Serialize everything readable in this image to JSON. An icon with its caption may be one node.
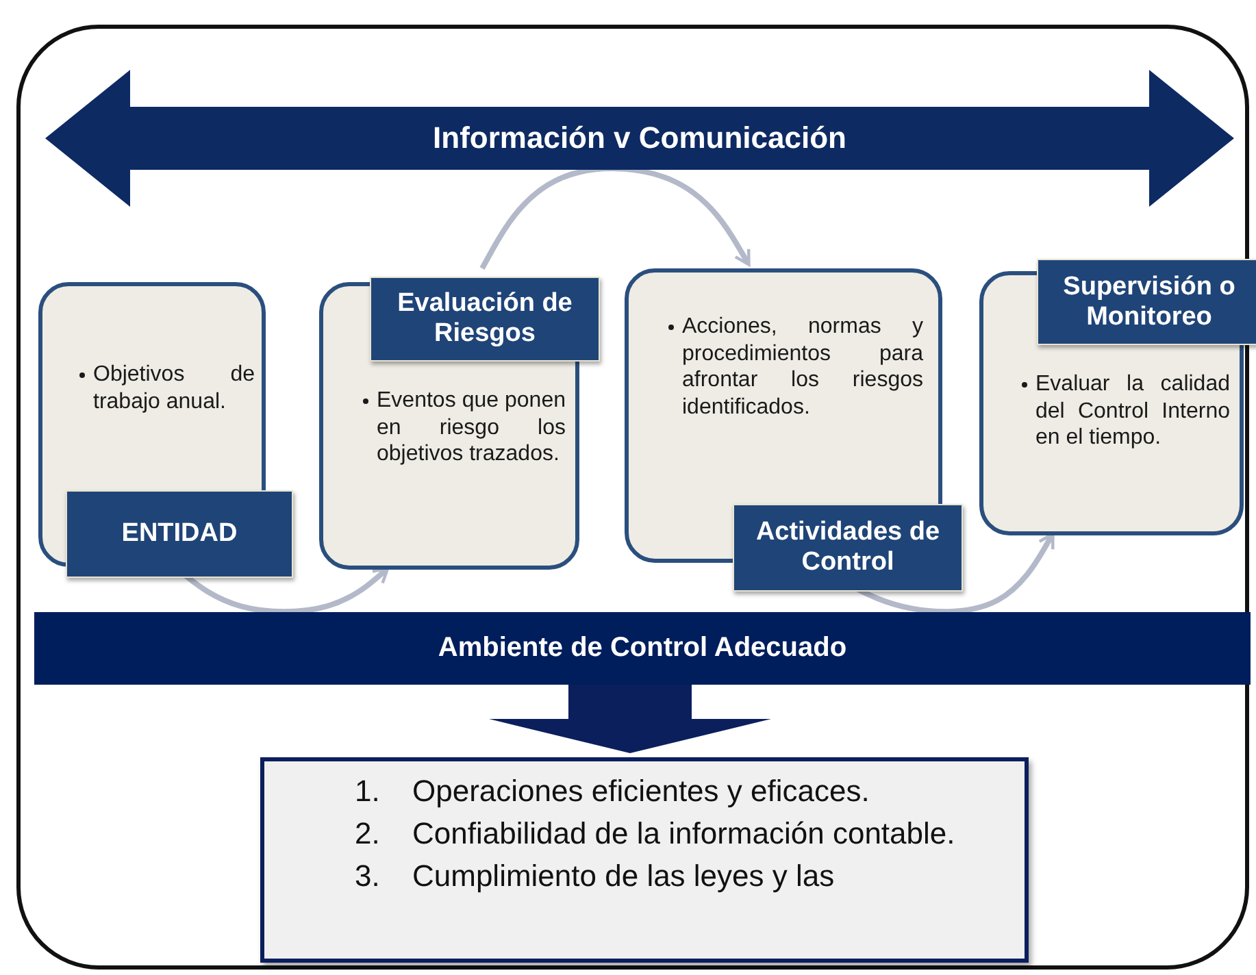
{
  "diagram": {
    "nodes": [
      {
        "text": [],
        "shape": "box"
      },
      {
        "text": [
          "Información v Comunicación"
        ],
        "in": 0
      },
      {
        "text": [
          "Objetivos de trabajo anual.",
          "ENTIDAD"
        ],
        "in": 0
      },
      {
        "text": [
          "Evaluación de Riesgos",
          "Eventos que ponen en riesgo los objetivos trazados."
        ],
        "in": 0
      },
      {
        "text": [
          "Acciones, normas y procedimientos para afrontar los riesgos identificados.",
          "Actividades de Control"
        ],
        "in": 0
      },
      {
        "text": [
          "Supervisión o Monitoreo",
          "Evaluar la calidad del Control Interno en el tiempo."
        ],
        "in": 0
      },
      {
        "text": [
          "Ambiente de Control Adecuado"
        ],
        "in": 0
      },
      {
        "text": [
          "1. Operaciones eficientes y eficaces.",
          "2. Confiabilidad de la información contable.",
          "3. Cumplimiento de las leyes y las"
        ],
        "in": 0
      }
    ],
    "edges": [
      {
        "from": 2,
        "to": 3,
        "arrow": "to"
      },
      {
        "from": 3,
        "to": 4,
        "arrow": "to"
      },
      {
        "from": 4,
        "to": 5,
        "arrow": "to"
      },
      {
        "from": 6,
        "to": 7,
        "arrow": "to",
        "style": "thick",
        "color": "#0b1f5c"
      }
    ]
  }
}
